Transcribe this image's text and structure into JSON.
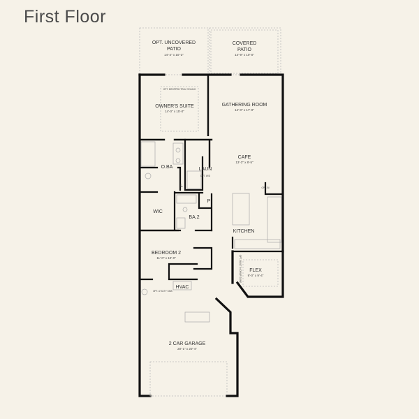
{
  "title": "First Floor",
  "rooms": [
    {
      "key": "uncovered_patio",
      "label": "OPT. UNCOVERED",
      "label2": "PATIO",
      "dims": "14'-4\" x 10'-3\""
    },
    {
      "key": "covered_patio",
      "label": "COVERED",
      "label2": "PATIO",
      "dims": "14'-9\" x 10'-0\""
    },
    {
      "key": "owners_suite",
      "label": "OWNER'S SUITE",
      "dims": "14'-0\" x 15'-0\""
    },
    {
      "key": "gathering_room",
      "label": "GATHERING ROOM",
      "dims": "14'-0\" x 17'-0\""
    },
    {
      "key": "cafe",
      "label": "CAFE",
      "dims": "13'-3\" x 8'-5\""
    },
    {
      "key": "bedroom2",
      "label": "BEDROOM 2",
      "dims": "11'-0\" x 10'-0\""
    },
    {
      "key": "flex",
      "label": "FLEX",
      "dims": "9'-0\" x 9'-4\""
    },
    {
      "key": "garage",
      "label": "2 CAR GARAGE",
      "dims": "20'-1\" x 20'-4\""
    }
  ],
  "small_labels": {
    "oba": "O.BA",
    "laun": "LAUN",
    "wic": "WIC",
    "ba2": "BA.2",
    "kitchen": "KITCHEN",
    "hvac": "HVAC",
    "l": "L",
    "p": "P"
  },
  "notes": {
    "tray_ceiling": "OPT. DROPPED TRAY CEILING",
    "wd": "OPT. W/D",
    "bi": "OPT. BI",
    "utility_sink": "OPT. UTILITY SINK",
    "drop_zone": "OPT. BUILT IN DROP ZONE"
  },
  "colors": {
    "background": "#f6f2e8",
    "wall": "#111111",
    "title": "#4a4a4a"
  }
}
